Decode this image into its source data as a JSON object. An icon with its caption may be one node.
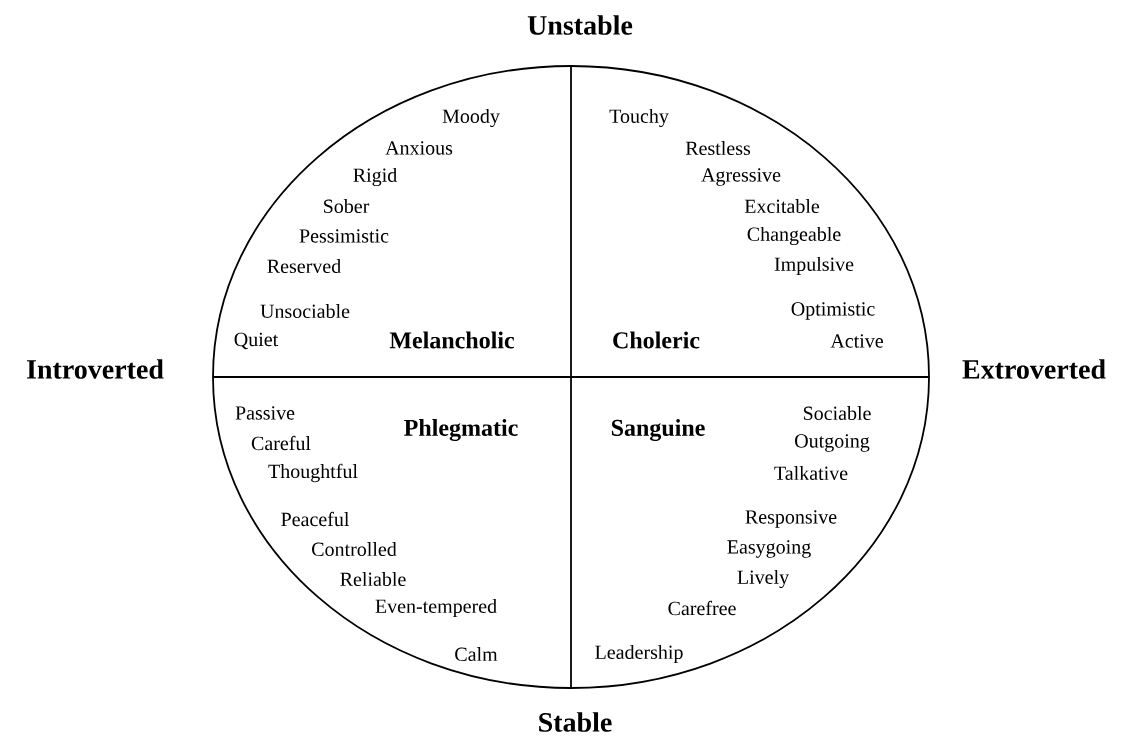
{
  "diagram": {
    "labels": [
      "Unstable",
      "Moody",
      "Anxious",
      "Rigid",
      "Sober",
      "Pessimistic",
      "Reserved",
      "Unsociable",
      "Quiet",
      "Melancholic",
      "Touchy",
      "Restless",
      "Agressive",
      "Excitable",
      "Changeable",
      "Impulsive",
      "Optimistic",
      "Active",
      "Choleric",
      "Introverted",
      "Extroverted",
      "Passive",
      "Careful",
      "Thoughtful",
      "Phlegmatic",
      "Peaceful",
      "Controlled",
      "Reliable",
      "Even-tempered",
      "Calm",
      "Sanguine",
      "Sociable",
      "Outgoing",
      "Talkative",
      "Responsive",
      "Easygoing",
      "Lively",
      "Carefree",
      "Leadership",
      "Stable"
    ]
  }
}
